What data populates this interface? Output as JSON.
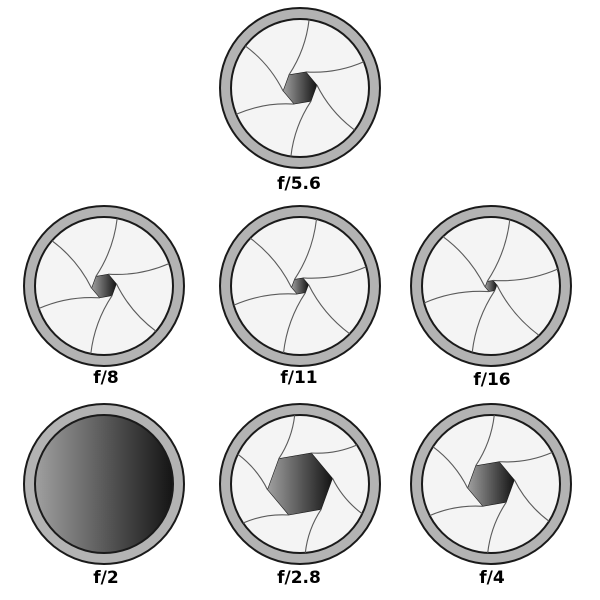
{
  "colors": {
    "ring_fill": "#b3b3b3",
    "ring_stroke": "#1a1a1a",
    "blade_fill": "#f4f4f4",
    "blade_edge": "#5a5a5a",
    "opening_light": "#a0a0a0",
    "opening_dark": "#141414",
    "label": "#000000"
  },
  "apertures": [
    {
      "label": "f/5.6",
      "opening": 0.26
    },
    {
      "label": "f/8",
      "opening": 0.19
    },
    {
      "label": "f/11",
      "opening": 0.13
    },
    {
      "label": "f/16",
      "opening": 0.09
    },
    {
      "label": "f/2",
      "opening": 1.0
    },
    {
      "label": "f/2.8",
      "opening": 0.5
    },
    {
      "label": "f/4",
      "opening": 0.36
    }
  ]
}
